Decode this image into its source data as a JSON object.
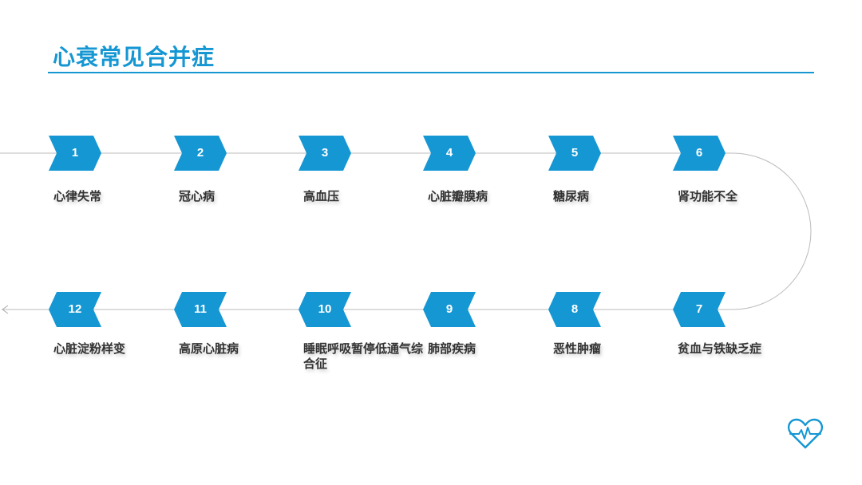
{
  "slide": {
    "title": "心衰常见合并症",
    "accent_color": "#1597d3",
    "line_color": "#bbbbbb"
  },
  "steps": [
    {
      "num": "1",
      "label": "心律失常"
    },
    {
      "num": "2",
      "label": "冠心病"
    },
    {
      "num": "3",
      "label": "高血压"
    },
    {
      "num": "4",
      "label": "心脏瓣膜病"
    },
    {
      "num": "5",
      "label": "糖尿病"
    },
    {
      "num": "6",
      "label": "肾功能不全"
    },
    {
      "num": "7",
      "label": "贫血与铁缺乏症"
    },
    {
      "num": "8",
      "label": "恶性肿瘤"
    },
    {
      "num": "9",
      "label": "肺部疾病"
    },
    {
      "num": "10",
      "label": "睡眠呼吸暂停低通气综合征"
    },
    {
      "num": "11",
      "label": "高原心脏病"
    },
    {
      "num": "12",
      "label": "心脏淀粉样变"
    }
  ],
  "icons": {
    "logo": "heart-pulse-icon",
    "flow_end": "arrow-left-icon"
  }
}
